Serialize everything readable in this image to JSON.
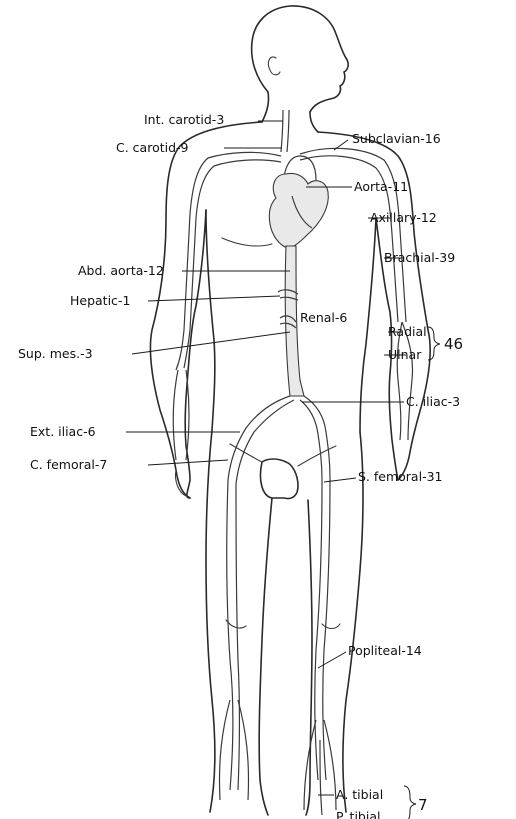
{
  "labels": {
    "int_carotid": "Int. carotid-3",
    "c_carotid": "C. carotid-9",
    "subclavian": "Subclavian-16",
    "aorta": "Aorta-11",
    "axillary": "Axillary-12",
    "brachial": "Brachial-39",
    "abd_aorta": "Abd. aorta-12",
    "hepatic": "Hepatic-1",
    "renal": "Renal-6",
    "radial": "Radial",
    "ulnar": "Ulnar",
    "radial_ulnar_total": "46",
    "sup_mes": "Sup. mes.-3",
    "c_iliac": "C. iliac-3",
    "ext_iliac": "Ext. iliac-6",
    "c_femoral": "C. femoral-7",
    "s_femoral": "S. femoral-31",
    "popliteal": "Popliteal-14",
    "a_tibial": "A. tibial",
    "p_tibial": "P. tibial",
    "tibial_total": "7"
  }
}
